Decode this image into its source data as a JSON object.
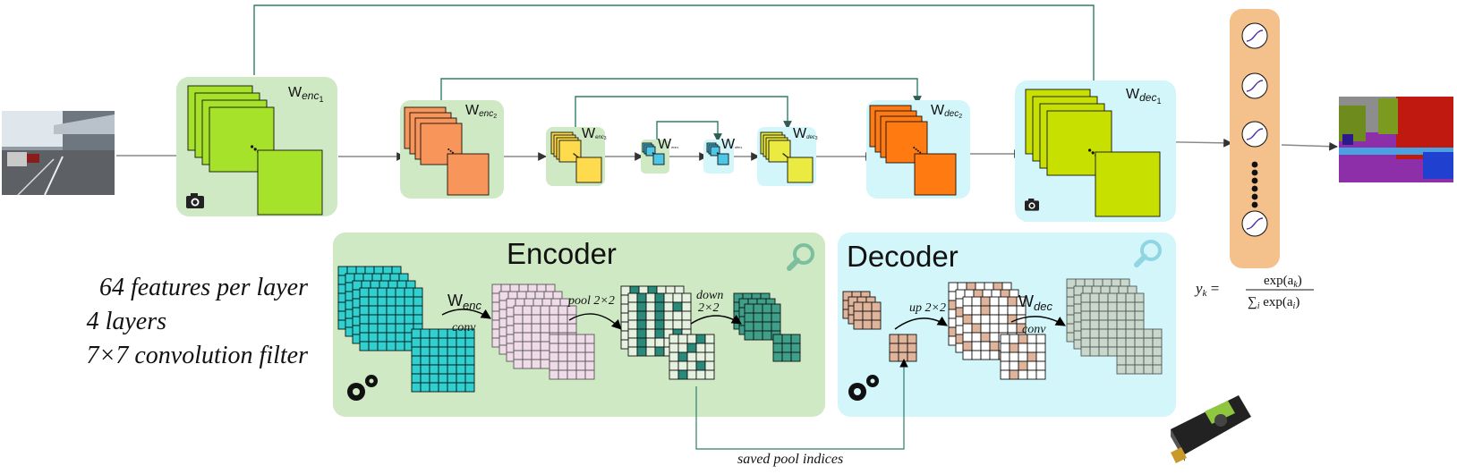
{
  "encoder_blocks": [
    {
      "label": "W",
      "sub": "enc",
      "idx": "1",
      "color": "#a6e22a"
    },
    {
      "label": "W",
      "sub": "enc",
      "idx": "2",
      "color": "#f7955a"
    },
    {
      "label": "W",
      "sub": "enc",
      "idx": "3",
      "color": "#fedb4c"
    },
    {
      "label": "W",
      "sub": "enc",
      "idx": "4",
      "color": "#4cc7e8"
    }
  ],
  "decoder_blocks": [
    {
      "label": "W",
      "sub": "dec",
      "idx": "4",
      "color": "#4cc7e8"
    },
    {
      "label": "W",
      "sub": "dec",
      "idx": "3",
      "color": "#eaea40"
    },
    {
      "label": "W",
      "sub": "dec",
      "idx": "2",
      "color": "#ff7a10"
    },
    {
      "label": "W",
      "sub": "dec",
      "idx": "1",
      "color": "#c8e000"
    }
  ],
  "specs": {
    "line1": "64 features per layer",
    "line2": "4 layers",
    "line3": "7×7 convolution filter"
  },
  "encoder_panel": {
    "title": "Encoder",
    "w_label": "W",
    "w_sub": "enc",
    "conv": "conv",
    "pool": "pool 2×2",
    "down": "down",
    "down2": "2×2"
  },
  "decoder_panel": {
    "title": "Decoder",
    "up": "up 2×2",
    "w_label": "W",
    "w_sub": "dec",
    "conv": "conv"
  },
  "saved_pool": "saved pool indices",
  "softmax": {
    "lhs": "y",
    "lhs_sub": "k",
    "num": "exp(a",
    "num_sub": "k",
    "den": "∑",
    "den_sub": "i",
    "den_rest": "exp(a",
    "den_rest_sub": "i"
  },
  "colors": {
    "enc_bg": "#cfe9c4",
    "dec_bg": "#d2f6f9",
    "skip_line": "#2e7d6b",
    "softmax_bg": "#f4c08b",
    "encoder_grid": "#2fd0d0",
    "decoder_grid": "#e0b49a"
  }
}
